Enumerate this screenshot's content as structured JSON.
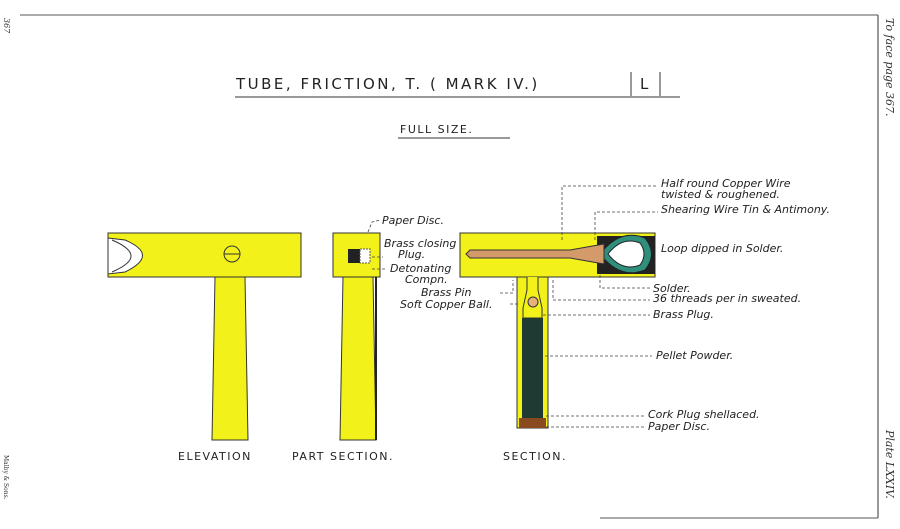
{
  "plate": {
    "title": "TUBE, FRICTION, T. ( MARK IV.)",
    "mark": "L",
    "scale": "FULL SIZE.",
    "face_page": "To face page 367.",
    "plate_no": "Plate LXXIV.",
    "page_no": "367",
    "printer": "Malby & Sons."
  },
  "views": {
    "elevation": "ELEVATION",
    "part_section": "PART SECTION.",
    "section": "SECTION."
  },
  "labels": {
    "paper_disc_top": "Paper Disc.",
    "brass_closing_1": "Brass closing",
    "brass_closing_2": "Plug.",
    "detonating_1": "Detonating",
    "detonating_2": "Compn.",
    "brass_pin": "Brass Pin",
    "soft_copper_ball": "Soft Copper Ball.",
    "half_round_1": "Half round Copper Wire",
    "half_round_2": "twisted & roughened.",
    "shearing_wire": "Shearing Wire Tin & Antimony.",
    "loop": "Loop dipped in Solder.",
    "solder": "Solder.",
    "threads": "36 threads per in sweated.",
    "brass_plug": "Brass Plug.",
    "pellet_powder": "Pellet Powder.",
    "cork_plug": "Cork Plug shellaced.",
    "paper_disc_bottom": "Paper Disc."
  },
  "colors": {
    "brass": "#f2f21a",
    "copper": "#d49a6a",
    "solder": "#2f8f7a",
    "powder": "#1e3a32"
  }
}
